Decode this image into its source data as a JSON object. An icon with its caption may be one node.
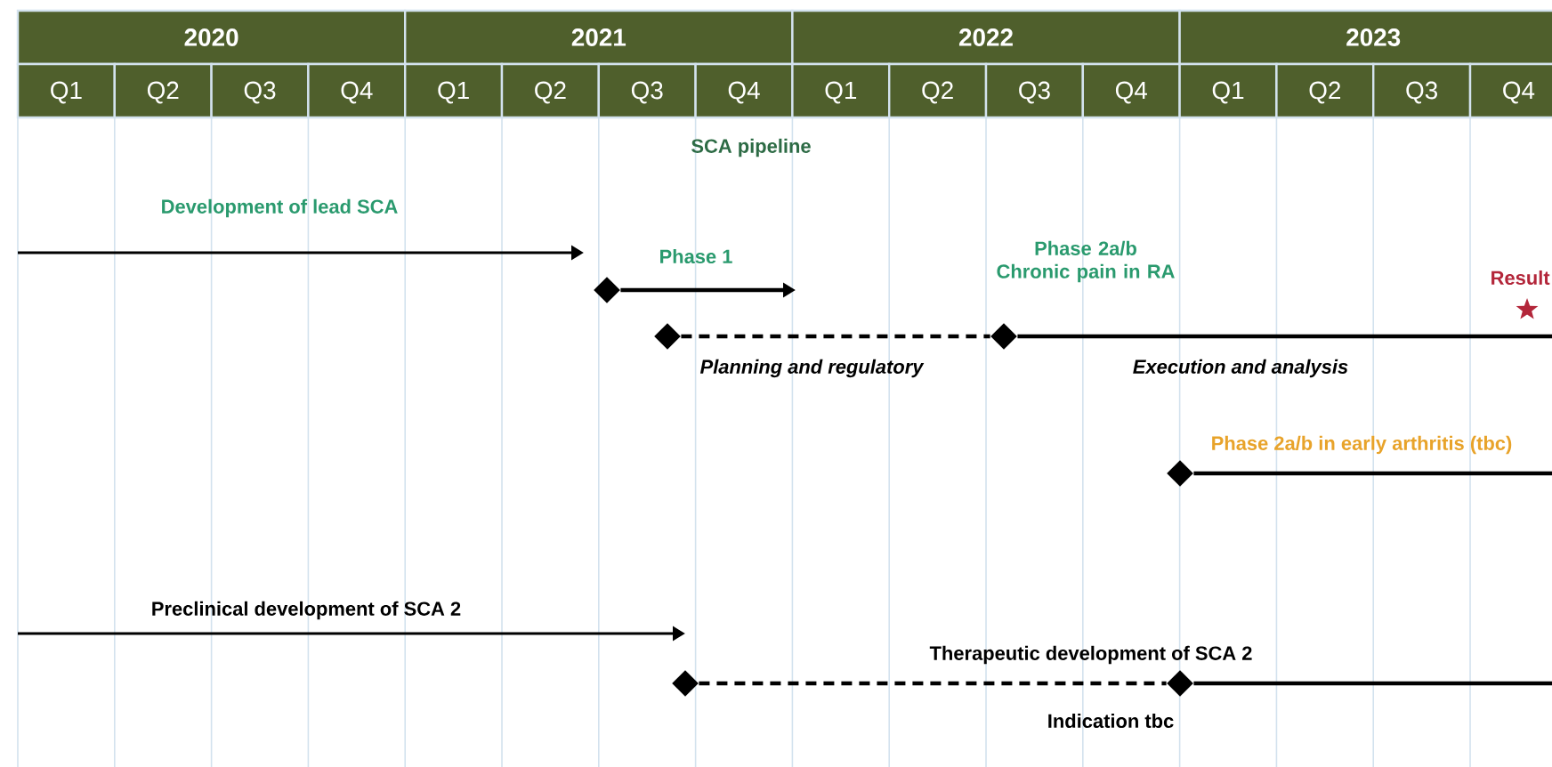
{
  "diagram": {
    "title": "SCA pipeline",
    "nodes": [
      {
        "text": [],
        "shape": "diamond"
      },
      {
        "text": [],
        "shape": "diamond"
      },
      {
        "text": [],
        "shape": "diamond"
      },
      {
        "text": [],
        "shape": "diamond"
      },
      {
        "text": [],
        "shape": "diamond"
      },
      {
        "text": [],
        "shape": "diamond"
      }
    ],
    "edges": [
      {
        "from": 0,
        "to": null,
        "arrow": "to"
      },
      {
        "from": 1,
        "to": 2,
        "arrow": "none",
        "style": "dashed",
        "label": "Planning and regulatory"
      },
      {
        "from": 2,
        "to": null,
        "arrow": "none",
        "label": "Execution and analysis"
      },
      {
        "from": 3,
        "to": null,
        "arrow": "none"
      },
      {
        "from": 4,
        "to": 5,
        "arrow": "none",
        "style": "dashed"
      },
      {
        "from": 5,
        "to": null,
        "arrow": "none"
      }
    ],
    "labels": [
      "2020",
      "2021",
      "2022",
      "2023",
      "Q1",
      "Q2",
      "Q3",
      "Q4",
      "Q1",
      "Q2",
      "Q3",
      "Q4",
      "Q1",
      "Q2",
      "Q3",
      "Q4",
      "Q1",
      "Q2",
      "Q3",
      "Q4",
      "Development of lead SCA",
      "Phase 1",
      "Phase 2a/b Chronic pain in RA",
      "Result",
      "Phase 2a/b in early arthritis (tbc)",
      "Preclinical development of SCA 2",
      "Therapeutic development of SCA 2",
      "Indication tbc"
    ]
  }
}
